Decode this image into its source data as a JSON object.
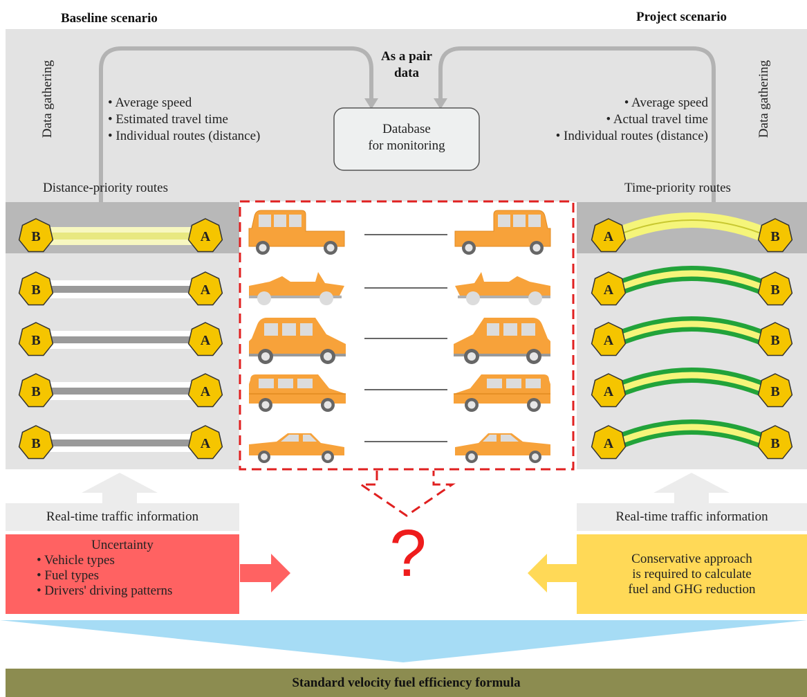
{
  "baseline": {
    "title": "Baseline scenario",
    "data_gathering": "Data gathering",
    "bullets": [
      "• Average speed",
      "• Estimated travel time",
      "• Individual routes (distance)"
    ],
    "routes_label": "Distance-priority routes",
    "realtime": "Real-time traffic information"
  },
  "project": {
    "title": "Project scenario",
    "data_gathering": "Data gathering",
    "bullets": [
      "• Average speed",
      "• Actual travel time",
      "• Individual routes (distance)"
    ],
    "routes_label": "Time-priority routes",
    "realtime": "Real-time traffic information"
  },
  "center": {
    "pair_line1": "As a pair",
    "pair_line2": "data",
    "db_line1": "Database",
    "db_line2": "for monitoring",
    "question": "?"
  },
  "nodes": {
    "a": "A",
    "b": "B"
  },
  "uncertainty": {
    "title": "Uncertainty",
    "items": [
      "• Vehicle types",
      "• Fuel types",
      "• Drivers' driving patterns"
    ]
  },
  "conservative": {
    "line1": "Conservative approach",
    "line2": "is required to calculate",
    "line3": "fuel and GHG reduction"
  },
  "formula": "Standard velocity fuel efficiency formula",
  "colors": {
    "bg_gray": "#e3e3e3",
    "highlight_row": "#b8b8b8",
    "node_yellow": "#f5c500",
    "route_green": "#22a33a",
    "route_yellow": "#f5f57a",
    "car_orange": "#f7a23a",
    "dashed_red": "#e02020",
    "arrow_blue": "#a6dcf5",
    "uncertainty_red": "#ff6262",
    "conservative_yellow": "#ffd957",
    "formula_olive": "#8c8c50"
  }
}
